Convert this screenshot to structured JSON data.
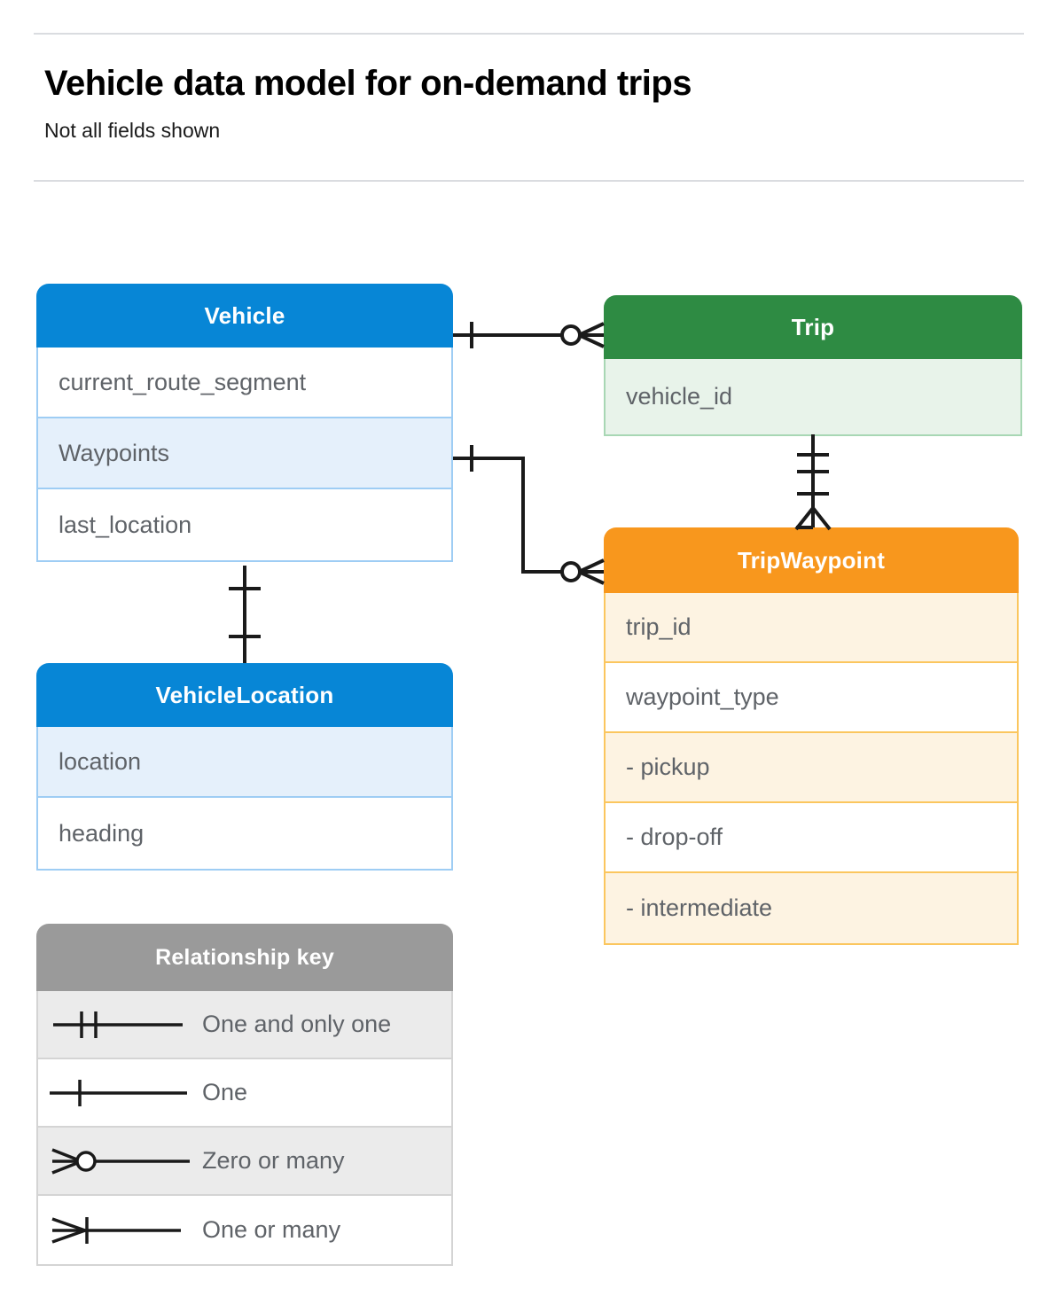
{
  "header": {
    "title": "Vehicle data model for on-demand trips",
    "subtitle": "Not all fields shown"
  },
  "colors": {
    "blue": "#0786d6",
    "blue_tint": "#e5f0fb",
    "blue_border": "#9ecdf4",
    "green": "#2e8b43",
    "green_tint": "#e8f3ea",
    "green_border": "#a8d7b4",
    "orange": "#f8971d",
    "orange_tint": "#fdf3e2",
    "orange_border": "#fbc65e",
    "gray": "#9a9a9a",
    "gray_tint": "#ebebeb",
    "gray_border": "#d4d4d4",
    "text": "#5f6368",
    "rule": "#dadce0",
    "connector": "#1a1a1a"
  },
  "entities": {
    "vehicle": {
      "name": "Vehicle",
      "fields": [
        {
          "label": "current_route_segment",
          "highlighted": false
        },
        {
          "label": "Waypoints",
          "highlighted": true
        },
        {
          "label": "last_location",
          "highlighted": false
        }
      ]
    },
    "vehicle_location": {
      "name": "VehicleLocation",
      "fields": [
        {
          "label": "location",
          "highlighted": true
        },
        {
          "label": "heading",
          "highlighted": false
        }
      ]
    },
    "trip": {
      "name": "Trip",
      "fields": [
        {
          "label": "vehicle_id",
          "highlighted": true
        }
      ]
    },
    "trip_waypoint": {
      "name": "TripWaypoint",
      "fields": [
        {
          "label": "trip_id",
          "highlighted": true
        },
        {
          "label": "waypoint_type",
          "highlighted": false
        },
        {
          "label": "-  pickup",
          "highlighted": true
        },
        {
          "label": "-  drop-off",
          "highlighted": false
        },
        {
          "label": "-  intermediate",
          "highlighted": true
        }
      ]
    }
  },
  "legend": {
    "title": "Relationship key",
    "rows": [
      {
        "label": "One and only one",
        "symbol": "one-and-only-one-symbol",
        "highlighted": true
      },
      {
        "label": "One",
        "symbol": "one-symbol",
        "highlighted": false
      },
      {
        "label": "Zero or many",
        "symbol": "zero-or-many-symbol",
        "highlighted": true
      },
      {
        "label": "One or many",
        "symbol": "one-or-many-symbol",
        "highlighted": false
      }
    ]
  },
  "relationships": [
    {
      "name": "vehicle-to-trip",
      "from": "Vehicle",
      "to": "Trip",
      "from_cardinality": "One",
      "to_cardinality": "Zero or many"
    },
    {
      "name": "vehicle-waypoints-to-tripwaypoint",
      "from": "Vehicle.Waypoints",
      "to": "TripWaypoint",
      "from_cardinality": "One",
      "to_cardinality": "Zero or many"
    },
    {
      "name": "trip-to-tripwaypoint",
      "from": "Trip",
      "to": "TripWaypoint",
      "from_cardinality": "One and only one",
      "to_cardinality": "One or many"
    },
    {
      "name": "vehicle-to-vehiclelocation",
      "from": "Vehicle",
      "to": "VehicleLocation",
      "from_cardinality": "One",
      "to_cardinality": "One"
    }
  ]
}
